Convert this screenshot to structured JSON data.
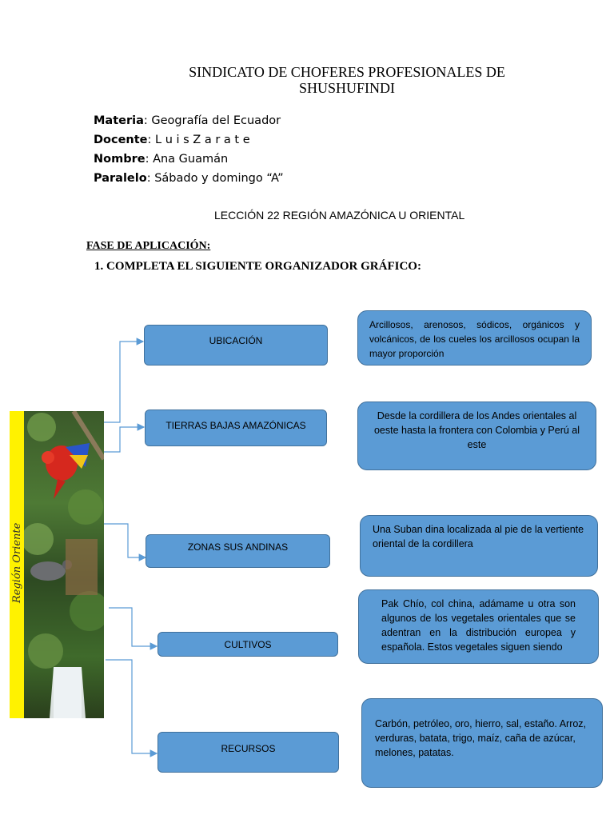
{
  "header": {
    "title_line1": "SINDICATO DE CHOFERES PROFESIONALES DE",
    "title_line2": "SHUSHUFINDI"
  },
  "meta": {
    "materia_label": "Materia",
    "materia_value": ": Geografía del Ecuador",
    "docente_label": "Docente",
    "docente_value": ":  L u i s  Z a r a t e",
    "nombre_label": "Nombre",
    "nombre_value": ":  Ana Guamán",
    "paralelo_label": "Paralelo",
    "paralelo_value": ": Sábado y domingo  “A”"
  },
  "lesson": "LECCIÓN 22 REGIÓN AMAZÓNICA U ORIENTAL",
  "fase": "FASE DE APLICACIÓN:",
  "instruction": "1.   COMPLETA EL SIGUIENTE ORGANIZADOR GRÁFICO:",
  "image": {
    "banner_text": "Región Oriente",
    "banner_color": "#fff200"
  },
  "organizer": {
    "box_color": "#5b9bd5",
    "line_color": "#5b9bd5",
    "labels": {
      "ubicacion": "UBICACIÓN",
      "tierras": "TIERRAS BAJAS AMAZÓNICAS",
      "zonas": "ZONAS SUS ANDINAS",
      "cultivos": "CULTIVOS",
      "recursos": "RECURSOS"
    },
    "descriptions": {
      "ubicacion": "Arcillosos, arenosos, sódicos, orgánicos y volcánicos, de los cueles los arcillosos ocupan la mayor proporción",
      "tierras": "Desde la cordillera de los Andes orientales al oeste hasta la frontera con Colombia y Perú al este",
      "zonas": "Una Suban dina localizada al pie de la vertiente oriental de la cordillera",
      "cultivos": "Pak Chío, col china, adámame u otra son algunos de los vegetales orientales que se adentran en la distribución europea y española. Estos vegetales siguen siendo",
      "recursos": "Carbón, petróleo, oro, hierro, sal, estaño. Arroz, verduras, batata, trigo, maíz, caña de azúcar, melones, patatas."
    }
  }
}
